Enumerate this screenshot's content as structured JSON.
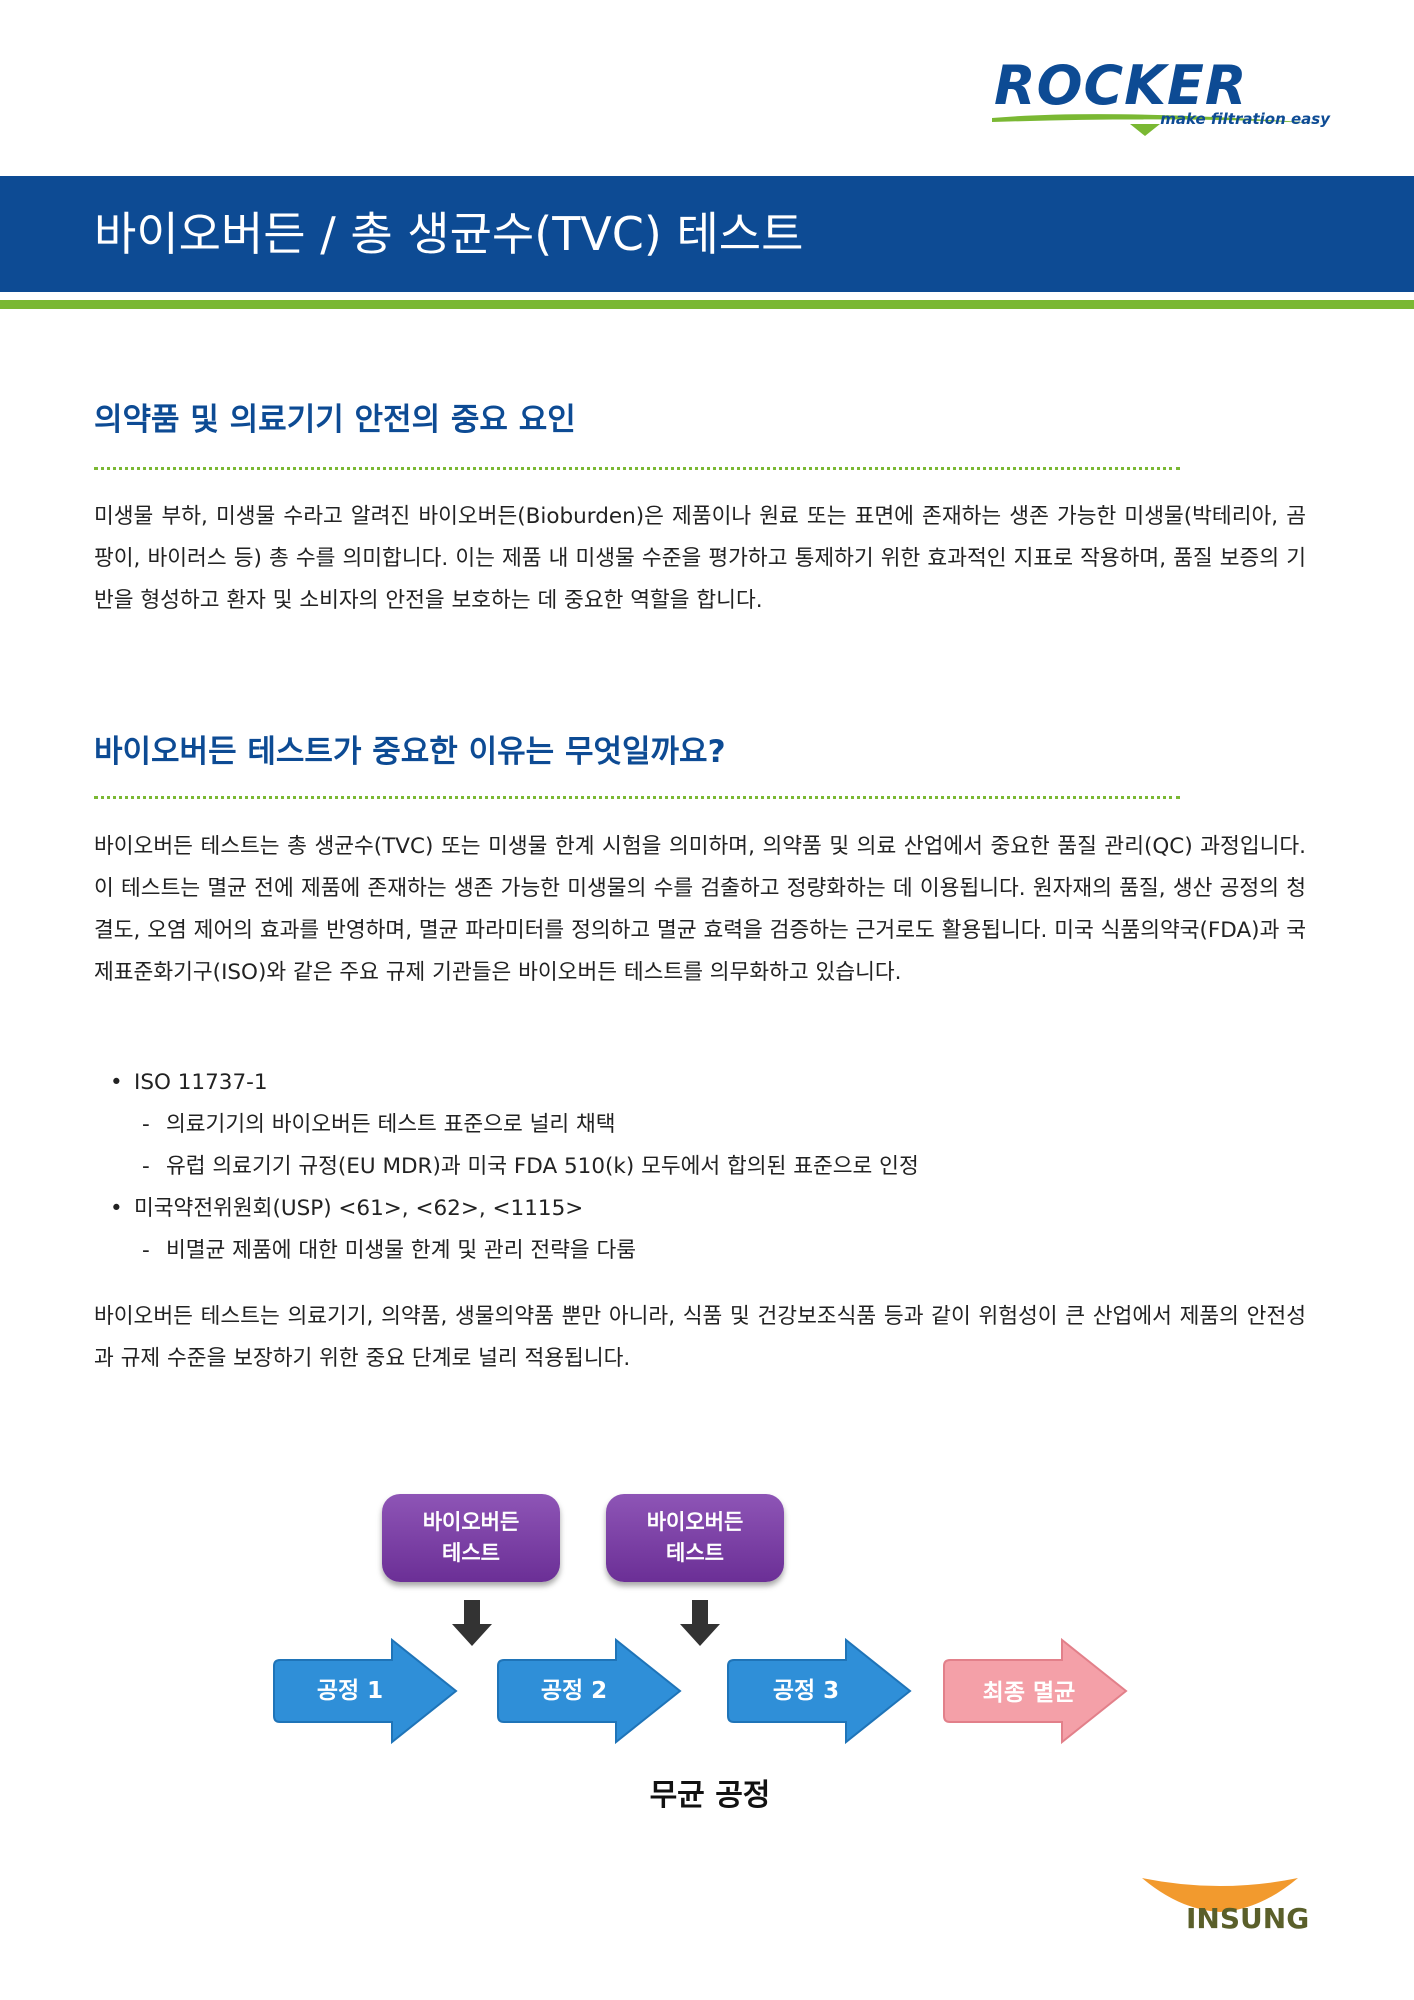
{
  "logo": {
    "brand": "ROCKER",
    "tagline": "make filtration easy"
  },
  "banner": {
    "title": "바이오버든 / 총 생균수(TVC) 테스트"
  },
  "section1": {
    "heading": "의약품 및 의료기기 안전의 중요 요인",
    "body": "미생물 부하, 미생물 수라고 알려진 바이오버든(Bioburden)은 제품이나 원료 또는 표면에 존재하는 생존 가능한 미생물(박테리아, 곰팡이, 바이러스 등) 총 수를 의미합니다. 이는 제품 내 미생물 수준을 평가하고 통제하기 위한 효과적인 지표로 작용하며, 품질 보증의 기반을 형성하고 환자 및 소비자의 안전을 보호하는 데 중요한 역할을 합니다."
  },
  "section2": {
    "heading": "바이오버든 테스트가 중요한 이유는 무엇일까요?",
    "body": "바이오버든 테스트는 총 생균수(TVC) 또는 미생물 한계 시험을 의미하며, 의약품 및 의료 산업에서 중요한 품질 관리(QC) 과정입니다. 이 테스트는 멸균 전에 제품에 존재하는 생존 가능한 미생물의 수를 검출하고 정량화하는 데 이용됩니다. 원자재의 품질, 생산 공정의 청결도, 오염 제어의 효과를 반영하며, 멸균 파라미터를 정의하고 멸균 효력을 검증하는 근거로도 활용됩니다. 미국 식품의약국(FDA)과 국제표준화기구(ISO)와 같은 주요 규제 기관들은 바이오버든 테스트를 의무화하고 있습니다.",
    "bullets": [
      {
        "label": "ISO 11737-1",
        "subs": [
          "의료기기의 바이오버든 테스트 표준으로 널리 채택",
          "유럽 의료기기 규정(EU MDR)과 미국 FDA 510(k) 모두에서 합의된 표준으로 인정"
        ]
      },
      {
        "label": "미국약전위원회(USP) <61>, <62>, <1115>",
        "subs": [
          "비멸균 제품에 대한 미생물 한계 및 관리 전략을 다룸"
        ]
      }
    ],
    "closing": "바이오버든 테스트는 의료기기, 의약품, 생물의약품 뿐만 아니라, 식품 및 건강보조식품 등과 같이 위험성이 큰 산업에서 제품의 안전성과 규제 수준을 보장하기 위한 중요 단계로 널리 적용됩니다."
  },
  "diagram": {
    "tests": [
      {
        "line1": "바이오버든",
        "line2": "테스트"
      },
      {
        "line1": "바이오버든",
        "line2": "테스트"
      }
    ],
    "steps": [
      "공정 1",
      "공정 2",
      "공정 3",
      "최종 멸균"
    ],
    "caption": "무균 공정",
    "colors": {
      "step": "#2f8fd8",
      "final": "#f4a0a8",
      "test": "#7a3ea6"
    }
  },
  "footer_logo": {
    "brand": "INSUNG"
  }
}
